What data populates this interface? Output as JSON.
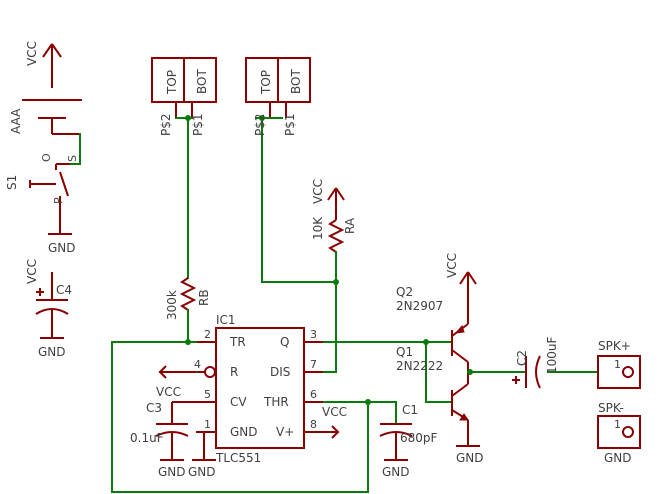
{
  "labels": {
    "vcc_batt": "VCC",
    "aaa": "AAA",
    "s1": "S1",
    "s1_o": "O",
    "s1_s": "S",
    "s1_p": "P",
    "gnd_s1": "GND",
    "vcc_c4": "VCC",
    "c4": "C4",
    "gnd_c4": "GND",
    "pad1_top": "TOP",
    "pad1_bot": "BOT",
    "pad1_p2": "P$2",
    "pad1_p1": "P$1",
    "pad2_top": "TOP",
    "pad2_bot": "BOT",
    "pad2_p2": "P$2",
    "pad2_p1": "P$1",
    "vcc_ra": "VCC",
    "ra_value": "10K",
    "ra": "RA",
    "rb_value": "300k",
    "rb": "RB",
    "ic1": "IC1",
    "ic1_pin2": "2",
    "ic1_pin4": "4",
    "ic1_pin5": "5",
    "ic1_pin1": "1",
    "ic1_pin3": "3",
    "ic1_pin7": "7",
    "ic1_pin6": "6",
    "ic1_pin8": "8",
    "ic1_tr": "TR",
    "ic1_r": "R",
    "ic1_cv": "CV",
    "ic1_gnd_pin": "GND",
    "ic1_q": "Q",
    "ic1_dis": "DIS",
    "ic1_thr": "THR",
    "ic1_vplus": "V+",
    "ic1_part": "TLC551",
    "vcc_c3": "VCC",
    "c3": "C3",
    "c3_value": "0.1uF",
    "gnd_c3": "GND",
    "gnd_ic1": "GND",
    "vcc_ic1": "VCC",
    "c1": "C1",
    "c1_value": "680pF",
    "gnd_c1": "GND",
    "vcc_q2": "VCC",
    "q2": "Q2",
    "q2_part": "2N2907",
    "q1": "Q1",
    "q1_part": "2N2222",
    "gnd_q1": "GND",
    "c2": "C2",
    "c2_value": "100uF",
    "spk_plus": "SPK+",
    "spk_plus_pin": "1",
    "spk_minus": "SPK-",
    "spk_minus_pin": "1",
    "gnd_spk": "GND"
  },
  "colors": {
    "wire": "#0a7a0a",
    "symbol": "#8b0000",
    "text": "#404040",
    "background": "#ffffff"
  }
}
